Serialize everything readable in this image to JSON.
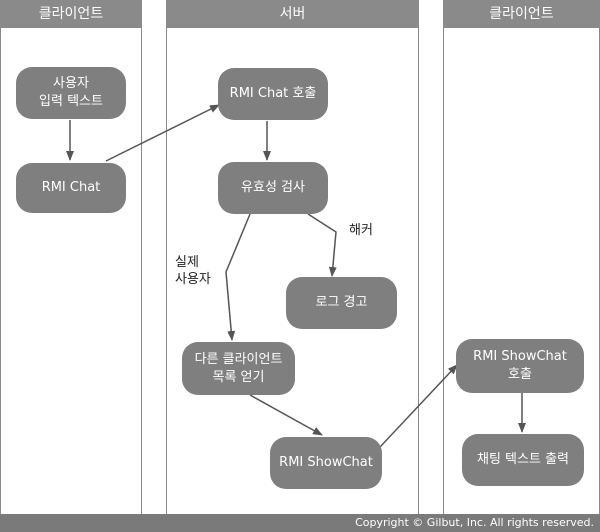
{
  "lanes": {
    "client_left": "클라이언트",
    "server": "서버",
    "client_right": "클라이언트"
  },
  "nodes": {
    "user_input": "사용자\n입력 텍스트",
    "rmi_chat": "RMI Chat",
    "rmi_chat_call": "RMI Chat 호출",
    "validity_check": "유효성 검사",
    "log_warning": "로그 경고",
    "get_client_list": "다른 클라이언트\n목록 얻기",
    "rmi_showchat": "RMI ShowChat",
    "rmi_showchat_call": "RMI ShowChat\n호출",
    "chat_text_output": "채팅 텍스트 출력"
  },
  "edge_labels": {
    "real_user": "실제\n사용자",
    "hacker": "해커"
  },
  "footer": "Copyright © Gilbut, Inc. All rights reserved.",
  "colors": {
    "node_fill": "#7f7f7f",
    "lane_header": "#8a8a8a",
    "arrow": "#555555"
  }
}
